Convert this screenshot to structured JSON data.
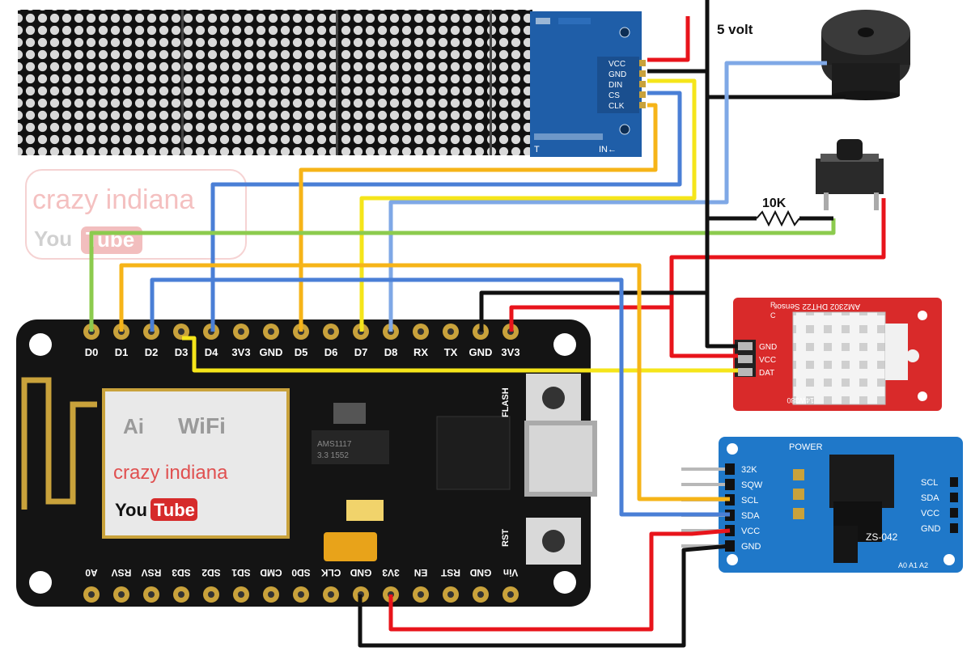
{
  "annotations": {
    "supply": "5 volt",
    "resistor": "10K"
  },
  "watermark": {
    "channel": "crazy indiana",
    "platform_you": "You",
    "platform_tube": "Tube"
  },
  "dot_matrix": {
    "pins": [
      "VCC",
      "GND",
      "DIN",
      "CS",
      "CLK"
    ],
    "marking": "IN←",
    "marking_left": "T"
  },
  "nodemcu": {
    "top_pins": [
      "D0",
      "D1",
      "D2",
      "D3",
      "D4",
      "3V3",
      "GND",
      "D5",
      "D6",
      "D7",
      "D8",
      "RX",
      "TX",
      "GND",
      "3V3"
    ],
    "bottom_pins": [
      "A0",
      "RSV",
      "RSV",
      "SD3",
      "SD2",
      "SD1",
      "CMD",
      "SD0",
      "CLK",
      "GND",
      "3V3",
      "EN",
      "RST",
      "GND",
      "Vin"
    ],
    "flash": "FLASH",
    "rst": "RST",
    "regulator": "AMS1117",
    "regulator_sub": "3.3 1552",
    "wifi_text": "WiFi",
    "ai_text": "Ai"
  },
  "dht22": {
    "title": "AM2302 DHT22 Sensor",
    "pins": [
      "GND",
      "VCC",
      "DAT"
    ],
    "code": "14W380",
    "r_labels": [
      "R",
      "C"
    ]
  },
  "rtc": {
    "title": "POWER",
    "model": "ZS-042",
    "left_pins": [
      "32K",
      "SQW",
      "SCL",
      "SDA",
      "VCC",
      "GND"
    ],
    "right_pins": [
      "SCL",
      "SDA",
      "VCC",
      "GND"
    ],
    "addr": "A0 A1 A2"
  },
  "colors": {
    "power": "#e8141b",
    "ground": "#111111",
    "yellow": "#f5e51a",
    "orange": "#f6b418",
    "blue": "#4a7fd6",
    "lightblue": "#7fa8e6",
    "green": "#8ccb4e"
  }
}
